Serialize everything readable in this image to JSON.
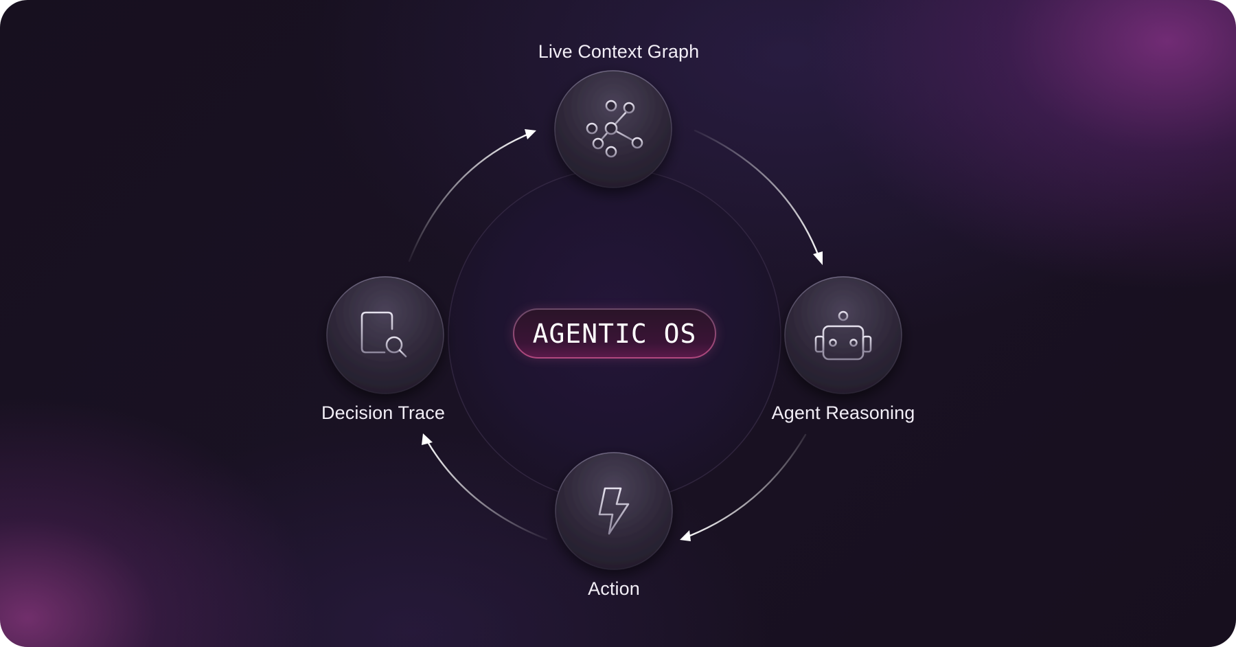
{
  "diagram": {
    "center_label": "AGENTIC OS",
    "nodes": {
      "top": {
        "label": "Live Context Graph",
        "icon": "network-graph-icon"
      },
      "right": {
        "label": "Agent Reasoning",
        "icon": "robot-icon"
      },
      "bottom": {
        "label": "Action",
        "icon": "lightning-bolt-icon"
      },
      "left": {
        "label": "Decision Trace",
        "icon": "document-search-icon"
      }
    },
    "flow": [
      "Live Context Graph",
      "Agent Reasoning",
      "Action",
      "Decision Trace"
    ]
  },
  "colors": {
    "accent_pink": "#b0487e",
    "glow_purple": "#7a2e86",
    "background_dark": "#170f1e"
  }
}
